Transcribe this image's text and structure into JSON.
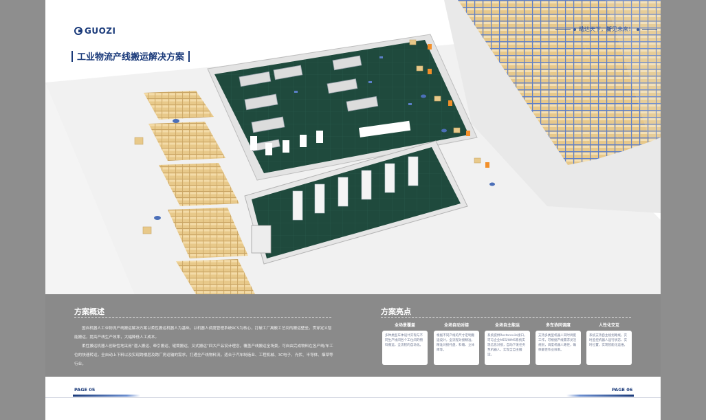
{
  "brand": {
    "logo_text": "GUOZI"
  },
  "slogan": {
    "part1_bold": "动",
    "part1": "达天下，",
    "part2_bold": "新",
    "part2": "见未来！"
  },
  "title": "工业物流产线搬运解决方案",
  "overview": {
    "heading": "方案概述",
    "paragraphs": [
      "国自机器人工业物流产线搬运解决方案以柔性搬运机器人为基础，以机器人调度管理系统RCS为核心，打破工厂离散工艺间的搬运壁垒，贯穿定义智能搬运，提高产线生产效率，大幅降低人工成本。",
      "柔性搬运机器人创新性地采用“潜入搬运、牵引搬运、辊筒搬运、叉式搬运”四大产品设计理念，覆盖产线搬运全场景，可自由完成物料在各产线/车工位的快速转运，全自动上下料以及实现跨楼层及跨厂房运输的需求，打通全产线物料流，适合于汽车制造业、工程机械、3C电子、光伏、半导体、烟草等行业。"
    ]
  },
  "highlights": {
    "heading": "方案亮点",
    "items": [
      {
        "label": "全场景覆盖",
        "text": "多种类型车体设计实现与不同生产线间各个工位间的物料搬运，全流程的自动化。"
      },
      {
        "label": "全场自动对接",
        "text": "根据不同产线的尺寸定制搬运设计，全流程对接精准，精准对接托盘、料箱、立体库等。"
      },
      {
        "label": "全场自主能运",
        "text": "系统提供Restorevile接口，可与企业MES/WMS系统实现信息对接，自动下发任务至机器人，实现全自主搬运。"
      },
      {
        "label": "多车协同调度",
        "text": "支持多类型机器人同时调度工作，可根据产线需求灵活规划，调度机器人路径，确保最佳作业效率。"
      },
      {
        "label": "人性化交互",
        "text": "系统支持自主规划路线，实时监控机器人运行状态、实时位置，实现智能化运维。"
      }
    ]
  },
  "footer": {
    "left_page": "PAGE 05",
    "right_page": "PAGE 06"
  },
  "colors": {
    "brand_blue": "#1a3a7a",
    "floor_green": "#1f4a3d",
    "panel_gray": "#8a8a8a",
    "box_tan": "#e8c98a"
  }
}
